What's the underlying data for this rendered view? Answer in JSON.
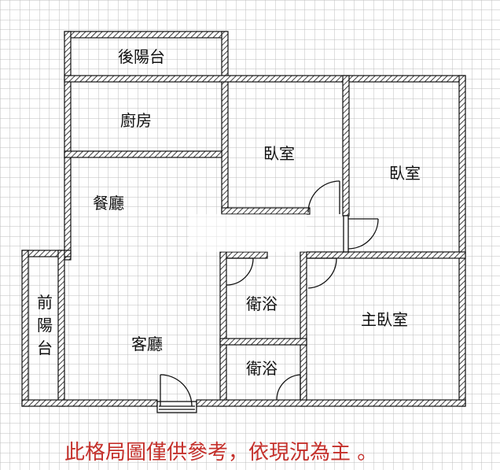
{
  "rooms": {
    "rear_balcony": "後陽台",
    "kitchen": "廚房",
    "bedroom_1": "臥室",
    "bedroom_2": "臥室",
    "dining": "餐廳",
    "front_balcony_1": "前",
    "front_balcony_2": "陽",
    "front_balcony_3": "台",
    "living": "客廳",
    "bath_1": "衛浴",
    "bath_2": "衛浴",
    "master_bedroom": "主臥室"
  },
  "disclaimer": "此格局圖僅供參考，依現況為主 。",
  "colors": {
    "grid": "#b8b8b8",
    "wall": "#111111",
    "text": "#111111",
    "disclaimer": "#c4302b"
  }
}
